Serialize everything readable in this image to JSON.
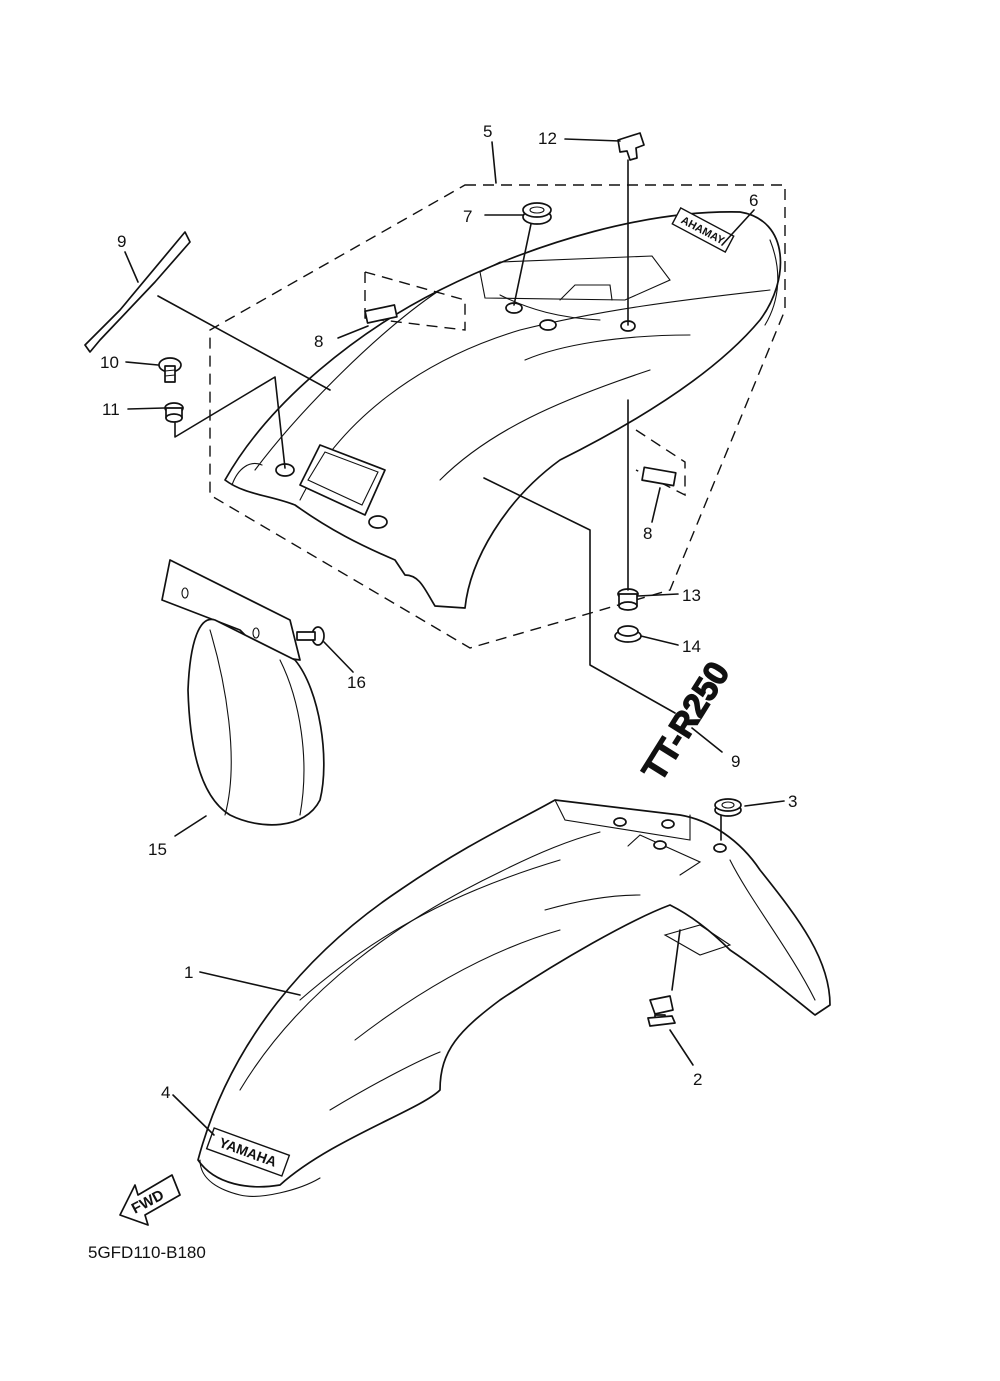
{
  "callouts": [
    {
      "id": "c5",
      "label": "5"
    },
    {
      "id": "c12",
      "label": "12"
    },
    {
      "id": "c7",
      "label": "7"
    },
    {
      "id": "c6",
      "label": "6"
    },
    {
      "id": "c9a",
      "label": "9"
    },
    {
      "id": "c8a",
      "label": "8"
    },
    {
      "id": "c10",
      "label": "10"
    },
    {
      "id": "c11",
      "label": "11"
    },
    {
      "id": "c8b",
      "label": "8"
    },
    {
      "id": "c13",
      "label": "13"
    },
    {
      "id": "c14",
      "label": "14"
    },
    {
      "id": "c16",
      "label": "16"
    },
    {
      "id": "c9b",
      "label": "9"
    },
    {
      "id": "c3",
      "label": "3"
    },
    {
      "id": "c15",
      "label": "15"
    },
    {
      "id": "c1",
      "label": "1"
    },
    {
      "id": "c2",
      "label": "2"
    },
    {
      "id": "c4",
      "label": "4"
    }
  ],
  "logos": {
    "rear_fender": "YAMAHA",
    "front_fender": "YAMAHA",
    "side_emblem": "TT-R250"
  },
  "fwd_arrow": "FWD",
  "diagram_code": "5GFD110-B180"
}
